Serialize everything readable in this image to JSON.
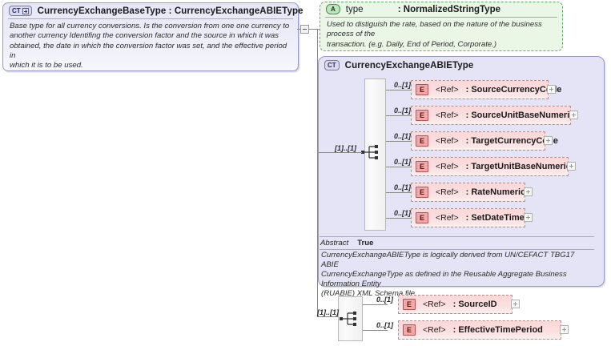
{
  "diagram": {
    "kind": "xsd-schema-documentation",
    "base_type": {
      "icon": "ct-plus-icon",
      "badge": "CT",
      "title": "CurrencyExchangeBaseType : CurrencyExchangeABIEType",
      "documentation": "Base type for all currency conversions. Is the conversion from one one currency to\nanother currency Identifing the conversion factor and the source in which it was\nobtained, the date in which the conversion factor was set, and the effective period in\nwhich it is to be used."
    },
    "attribute": {
      "icon": "a-badge-icon",
      "badge": "A",
      "name": "type",
      "type": ": NormalizedStringType",
      "documentation": "Used to distiguish the rate, based on the nature of the business process of the\ntransaction. (e.g. Daily, End of Period, Corporate.)"
    },
    "abie": {
      "icon": "ct-icon",
      "badge": "CT",
      "title": "CurrencyExchangeABIEType",
      "sequence_cardinality": "[1]..[1]",
      "abstract_label": "Abstract",
      "abstract_value": "True",
      "documentation": "CurrencyExchangeABIEType is logically derived from UN/CEFACT TBG17 ABIE\nCurrencyExchangeType as defined in the Reusable Aggregate Business Information Entity\n(RUABIE) XML Schema file.",
      "elements": [
        {
          "cardinality": "0..[1]",
          "badge": "E",
          "ref": "<Ref>",
          "name": ": SourceCurrencyCode",
          "expandable": true
        },
        {
          "cardinality": "0..[1]",
          "badge": "E",
          "ref": "<Ref>",
          "name": ": SourceUnitBaseNumeric",
          "expandable": true
        },
        {
          "cardinality": "0..[1]",
          "badge": "E",
          "ref": "<Ref>",
          "name": ": TargetCurrencyCode",
          "expandable": true
        },
        {
          "cardinality": "0..[1]",
          "badge": "E",
          "ref": "<Ref>",
          "name": ": TargetUnitBaseNumeric",
          "expandable": true
        },
        {
          "cardinality": "0..[1]",
          "badge": "E",
          "ref": "<Ref>",
          "name": ": RateNumeric",
          "expandable": true
        },
        {
          "cardinality": "0..[1]",
          "badge": "E",
          "ref": "<Ref>",
          "name": ": SetDateTime",
          "expandable": true
        }
      ]
    },
    "outer_sequence": {
      "cardinality": "[1]..[1]",
      "elements": [
        {
          "cardinality": "0..[1]",
          "badge": "E",
          "ref": "<Ref>",
          "name": ": SourceID",
          "expandable": true
        },
        {
          "cardinality": "0..[1]",
          "badge": "E",
          "ref": "<Ref>",
          "name": ": EffectiveTimePeriod",
          "expandable": true
        }
      ]
    },
    "colors": {
      "complex_type_fill": "#e4e4f6",
      "complex_type_border": "#9a9ac4",
      "attribute_fill": "#eaf7e6",
      "attribute_border": "#6aa86a",
      "element_fill": "#fad7d7",
      "element_border": "#b88c8c",
      "element_badge": "#f3a9a9",
      "connector": "#8a8a8a"
    }
  }
}
